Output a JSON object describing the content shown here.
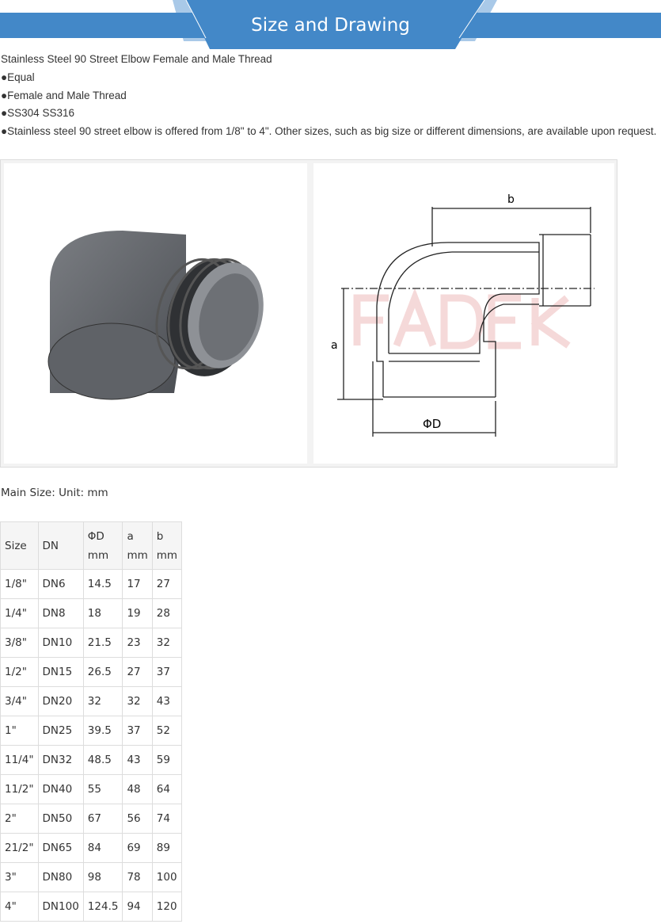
{
  "banner": {
    "title": "Size and Drawing",
    "color": "#4388c8"
  },
  "description": {
    "title": "Stainless Steel 90 Street Elbow Female and Male Thread",
    "bullets": [
      "●Equal",
      "●Female and Male Thread",
      "●SS304 SS316",
      "●Stainless steel 90 street elbow is offered from 1/8\" to 4\". Other sizes, such as big size or different dimensions, are available upon request."
    ]
  },
  "drawing": {
    "label_b": "b",
    "label_a": "a",
    "label_d": "ΦD",
    "watermark": "FADEK"
  },
  "main_size": "Main Size:  Unit: mm",
  "table": {
    "headers": [
      [
        "Size",
        ""
      ],
      [
        "DN",
        ""
      ],
      [
        "ΦD",
        "mm"
      ],
      [
        "a",
        "mm"
      ],
      [
        "b",
        "mm"
      ]
    ],
    "rows": [
      [
        "1/8\"",
        "DN6",
        "14.5",
        "17",
        "27"
      ],
      [
        "1/4\"",
        "DN8",
        "18",
        "19",
        "28"
      ],
      [
        "3/8\"",
        "DN10",
        "21.5",
        "23",
        "32"
      ],
      [
        "1/2\"",
        "DN15",
        "26.5",
        "27",
        "37"
      ],
      [
        "3/4\"",
        "DN20",
        "32",
        " 32",
        "43"
      ],
      [
        "1\"",
        "DN25",
        "39.5",
        "37",
        "52"
      ],
      [
        "11/4\"",
        "DN32",
        "48.5",
        "43",
        "59"
      ],
      [
        "11/2\"",
        "DN40",
        "55",
        "48",
        "64"
      ],
      [
        "2\"",
        "DN50",
        "67",
        "56",
        "74"
      ],
      [
        "21/2\"",
        "DN65",
        "84",
        "69",
        "89"
      ],
      [
        "3\"",
        "DN80",
        "98",
        "78",
        "100"
      ],
      [
        "4\"",
        "DN100",
        "124.5",
        "94",
        "120"
      ]
    ]
  }
}
